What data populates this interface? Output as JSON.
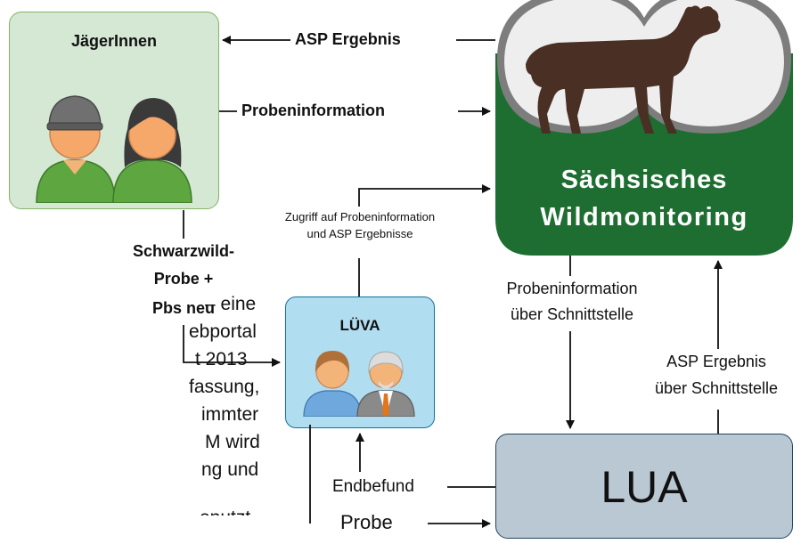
{
  "nodes": {
    "jaeger": {
      "title": "JägerInnen"
    },
    "luva": {
      "title": "LÜVA"
    },
    "lua": {
      "title": "LUA"
    },
    "wildmonitoring": {
      "line1": "Sächsisches",
      "line2": "Wildmonitoring"
    }
  },
  "edges": {
    "asp_ergebnis": "ASP Ergebnis",
    "probeninformation": "Probeninformation",
    "zugriff_line1": "Zugriff auf Probeninformation",
    "zugriff_line2": "und ASP Ergebnisse",
    "schwarzwild_line1": "Schwarzwild-",
    "schwarzwild_line2": "Probe +",
    "schwarzwild_line3": "Pbs neu",
    "probeninfo_schnittstelle_line1": "Probeninformation",
    "probeninfo_schnittstelle_line2": "über Schnittstelle",
    "asp_schnittstelle_line1": "ASP Ergebnis",
    "asp_schnittstelle_line2": "über Schnittstelle",
    "endbefund": "Endbefund",
    "probe": "Probe"
  },
  "background_text": [
    "– eine",
    "ebportal",
    "t 2013",
    "fassung,",
    "immter",
    "M wird",
    "ng und",
    "enutzt"
  ],
  "colors": {
    "jaeger_fill": "#d5e8d4",
    "luva_fill": "#b1ddf0",
    "lua_fill": "#bac8d3",
    "wildmonitoring_green": "#1e6e32"
  }
}
